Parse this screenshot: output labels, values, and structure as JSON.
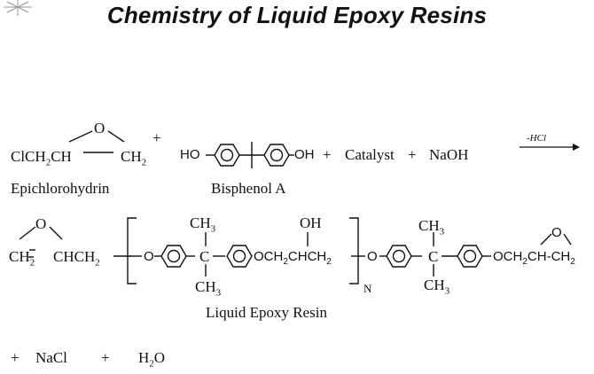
{
  "title": "Chemistry of Liquid Epoxy Resins",
  "reaction": {
    "epichlorohydrin": {
      "o": "O",
      "left": "ClCH",
      "left_sub": "2",
      "left2": "CH",
      "right": "CH",
      "right_sub": "2",
      "label": "Epichlorohydrin"
    },
    "plus1": "+",
    "bisphenol": {
      "ho": "HO",
      "oh": "OH",
      "label": "Bisphenol A"
    },
    "plus2": "+",
    "catalyst": "Catalyst",
    "plus3": "+",
    "naoh": "NaOH",
    "arrow_note": "-HCl"
  },
  "product": {
    "o_left": "O",
    "ch2": "CH",
    "ch2_sub": "2",
    "chch2": "CHCH",
    "chch2_sub": "2",
    "o1": "O",
    "ch3_top1": "CH",
    "ch3_top1_sub": "3",
    "c1": "C",
    "ch3_bot1": "CH",
    "ch3_bot1_sub": "3",
    "och2chch2_a": "OCH",
    "och2chch2_sub1": "2",
    "och2chch2_b": "CHCH",
    "och2chch2_sub2": "2",
    "oh": "OH",
    "repeat_n": "N",
    "o2": "O",
    "ch3_top2": "CH",
    "ch3_top2_sub": "3",
    "c2": "C",
    "ch3_bot2": "CH",
    "ch3_bot2_sub": "3",
    "tail_a": "OCH",
    "tail_sub": "2",
    "tail_b": "CH-CH",
    "tail_sub2": "2",
    "o_right": "O",
    "label": "Liquid Epoxy Resin"
  },
  "byproducts": {
    "plus1": "+",
    "nacl": "NaCl",
    "plus2": "+",
    "h2o_h": "H",
    "h2o_sub": "2",
    "h2o_o": "O"
  }
}
